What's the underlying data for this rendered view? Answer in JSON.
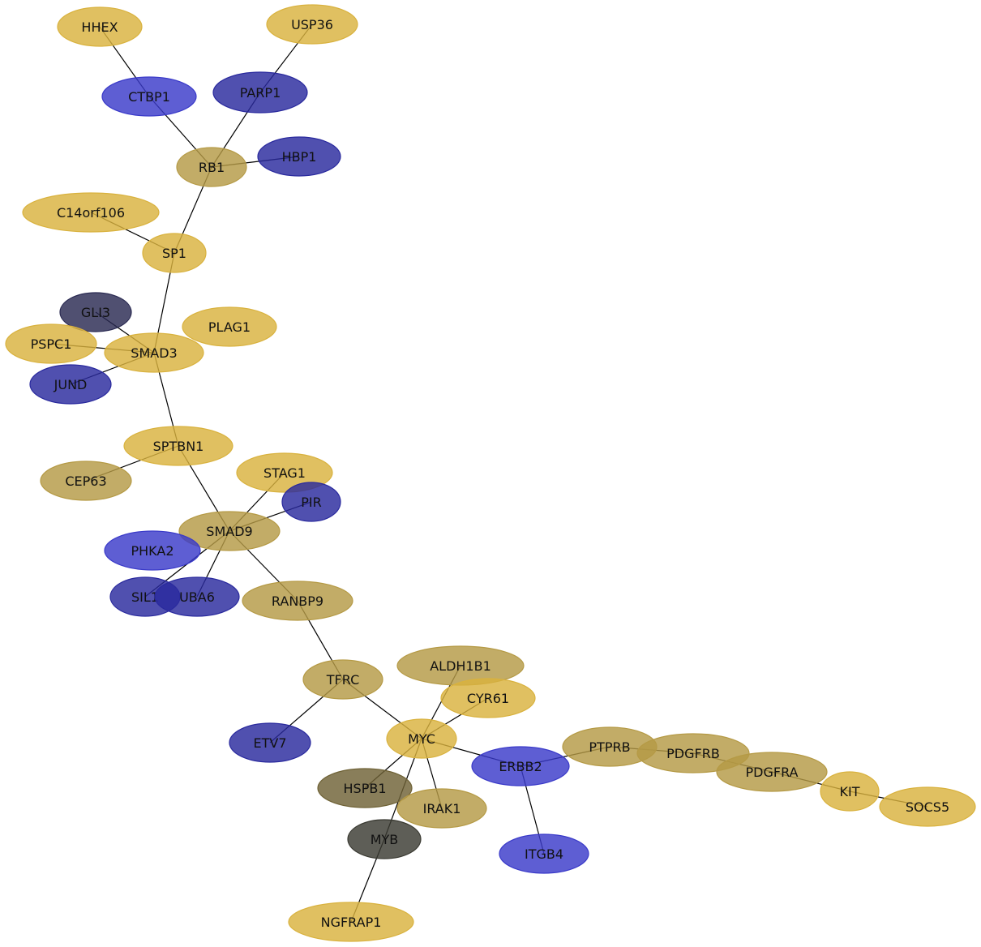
{
  "colors": {
    "gold": "#d9b23e",
    "tan": "#b59a45",
    "olive": "#6f6236",
    "blue": "#3a3ac9",
    "navy": "#2a2a9e",
    "slate": "#2a2a52",
    "dark": "#3a3a32",
    "edge": "#000000"
  },
  "nodes": [
    {
      "id": "HHEX",
      "label": "HHEX",
      "color": "gold"
    },
    {
      "id": "USP36",
      "label": "USP36",
      "color": "gold"
    },
    {
      "id": "CTBP1",
      "label": "CTBP1",
      "color": "blue"
    },
    {
      "id": "PARP1",
      "label": "PARP1",
      "color": "navy"
    },
    {
      "id": "RB1",
      "label": "RB1",
      "color": "tan"
    },
    {
      "id": "HBP1",
      "label": "HBP1",
      "color": "navy"
    },
    {
      "id": "C14orf106",
      "label": "C14orf106",
      "color": "gold"
    },
    {
      "id": "SP1",
      "label": "SP1",
      "color": "gold"
    },
    {
      "id": "GLI3",
      "label": "GLI3",
      "color": "slate"
    },
    {
      "id": "PLAG1",
      "label": "PLAG1",
      "color": "gold"
    },
    {
      "id": "PSPC1",
      "label": "PSPC1",
      "color": "gold"
    },
    {
      "id": "SMAD3",
      "label": "SMAD3",
      "color": "gold"
    },
    {
      "id": "JUND",
      "label": "JUND",
      "color": "navy"
    },
    {
      "id": "SPTBN1",
      "label": "SPTBN1",
      "color": "gold"
    },
    {
      "id": "CEP63",
      "label": "CEP63",
      "color": "tan"
    },
    {
      "id": "STAG1",
      "label": "STAG1",
      "color": "gold"
    },
    {
      "id": "PIR",
      "label": "PIR",
      "color": "navy"
    },
    {
      "id": "SMAD9",
      "label": "SMAD9",
      "color": "tan"
    },
    {
      "id": "PHKA2",
      "label": "PHKA2",
      "color": "blue"
    },
    {
      "id": "SIL1",
      "label": "SIL1",
      "color": "navy"
    },
    {
      "id": "UBA6",
      "label": "UBA6",
      "color": "navy"
    },
    {
      "id": "RANBP9",
      "label": "RANBP9",
      "color": "tan"
    },
    {
      "id": "ALDH1B1",
      "label": "ALDH1B1",
      "color": "tan"
    },
    {
      "id": "TFRC",
      "label": "TFRC",
      "color": "tan"
    },
    {
      "id": "CYR61",
      "label": "CYR61",
      "color": "gold"
    },
    {
      "id": "ETV7",
      "label": "ETV7",
      "color": "navy"
    },
    {
      "id": "MYC",
      "label": "MYC",
      "color": "gold"
    },
    {
      "id": "PTPRB",
      "label": "PTPRB",
      "color": "tan"
    },
    {
      "id": "PDGFRB",
      "label": "PDGFRB",
      "color": "tan"
    },
    {
      "id": "ERBB2",
      "label": "ERBB2",
      "color": "blue"
    },
    {
      "id": "PDGFRA",
      "label": "PDGFRA",
      "color": "tan"
    },
    {
      "id": "HSPB1",
      "label": "HSPB1",
      "color": "olive"
    },
    {
      "id": "KIT",
      "label": "KIT",
      "color": "gold"
    },
    {
      "id": "IRAK1",
      "label": "IRAK1",
      "color": "tan"
    },
    {
      "id": "SOCS5",
      "label": "SOCS5",
      "color": "gold"
    },
    {
      "id": "MYB",
      "label": "MYB",
      "color": "dark"
    },
    {
      "id": "ITGB4",
      "label": "ITGB4",
      "color": "blue"
    },
    {
      "id": "NGFRAP1",
      "label": "NGFRAP1",
      "color": "gold"
    }
  ],
  "edges": [
    [
      "HHEX",
      "CTBP1"
    ],
    [
      "USP36",
      "PARP1"
    ],
    [
      "CTBP1",
      "RB1"
    ],
    [
      "PARP1",
      "RB1"
    ],
    [
      "RB1",
      "HBP1"
    ],
    [
      "RB1",
      "SP1"
    ],
    [
      "C14orf106",
      "SP1"
    ],
    [
      "SP1",
      "SMAD3"
    ],
    [
      "GLI3",
      "SMAD3"
    ],
    [
      "PSPC1",
      "SMAD3"
    ],
    [
      "JUND",
      "SMAD3"
    ],
    [
      "SMAD3",
      "SPTBN1"
    ],
    [
      "SPTBN1",
      "CEP63"
    ],
    [
      "SPTBN1",
      "SMAD9"
    ],
    [
      "STAG1",
      "SMAD9"
    ],
    [
      "PIR",
      "SMAD9"
    ],
    [
      "SMAD9",
      "SIL1"
    ],
    [
      "SMAD9",
      "UBA6"
    ],
    [
      "SMAD9",
      "RANBP9"
    ],
    [
      "RANBP9",
      "TFRC"
    ],
    [
      "TFRC",
      "ETV7"
    ],
    [
      "TFRC",
      "MYC"
    ],
    [
      "MYC",
      "ALDH1B1"
    ],
    [
      "MYC",
      "CYR61"
    ],
    [
      "MYC",
      "ERBB2"
    ],
    [
      "MYC",
      "HSPB1"
    ],
    [
      "MYC",
      "IRAK1"
    ],
    [
      "MYC",
      "MYB"
    ],
    [
      "ERBB2",
      "PTPRB"
    ],
    [
      "ERBB2",
      "ITGB4"
    ],
    [
      "PTPRB",
      "PDGFRB"
    ],
    [
      "PDGFRB",
      "PDGFRA"
    ],
    [
      "PDGFRA",
      "KIT"
    ],
    [
      "KIT",
      "SOCS5"
    ],
    [
      "MYB",
      "NGFRAP1"
    ]
  ]
}
